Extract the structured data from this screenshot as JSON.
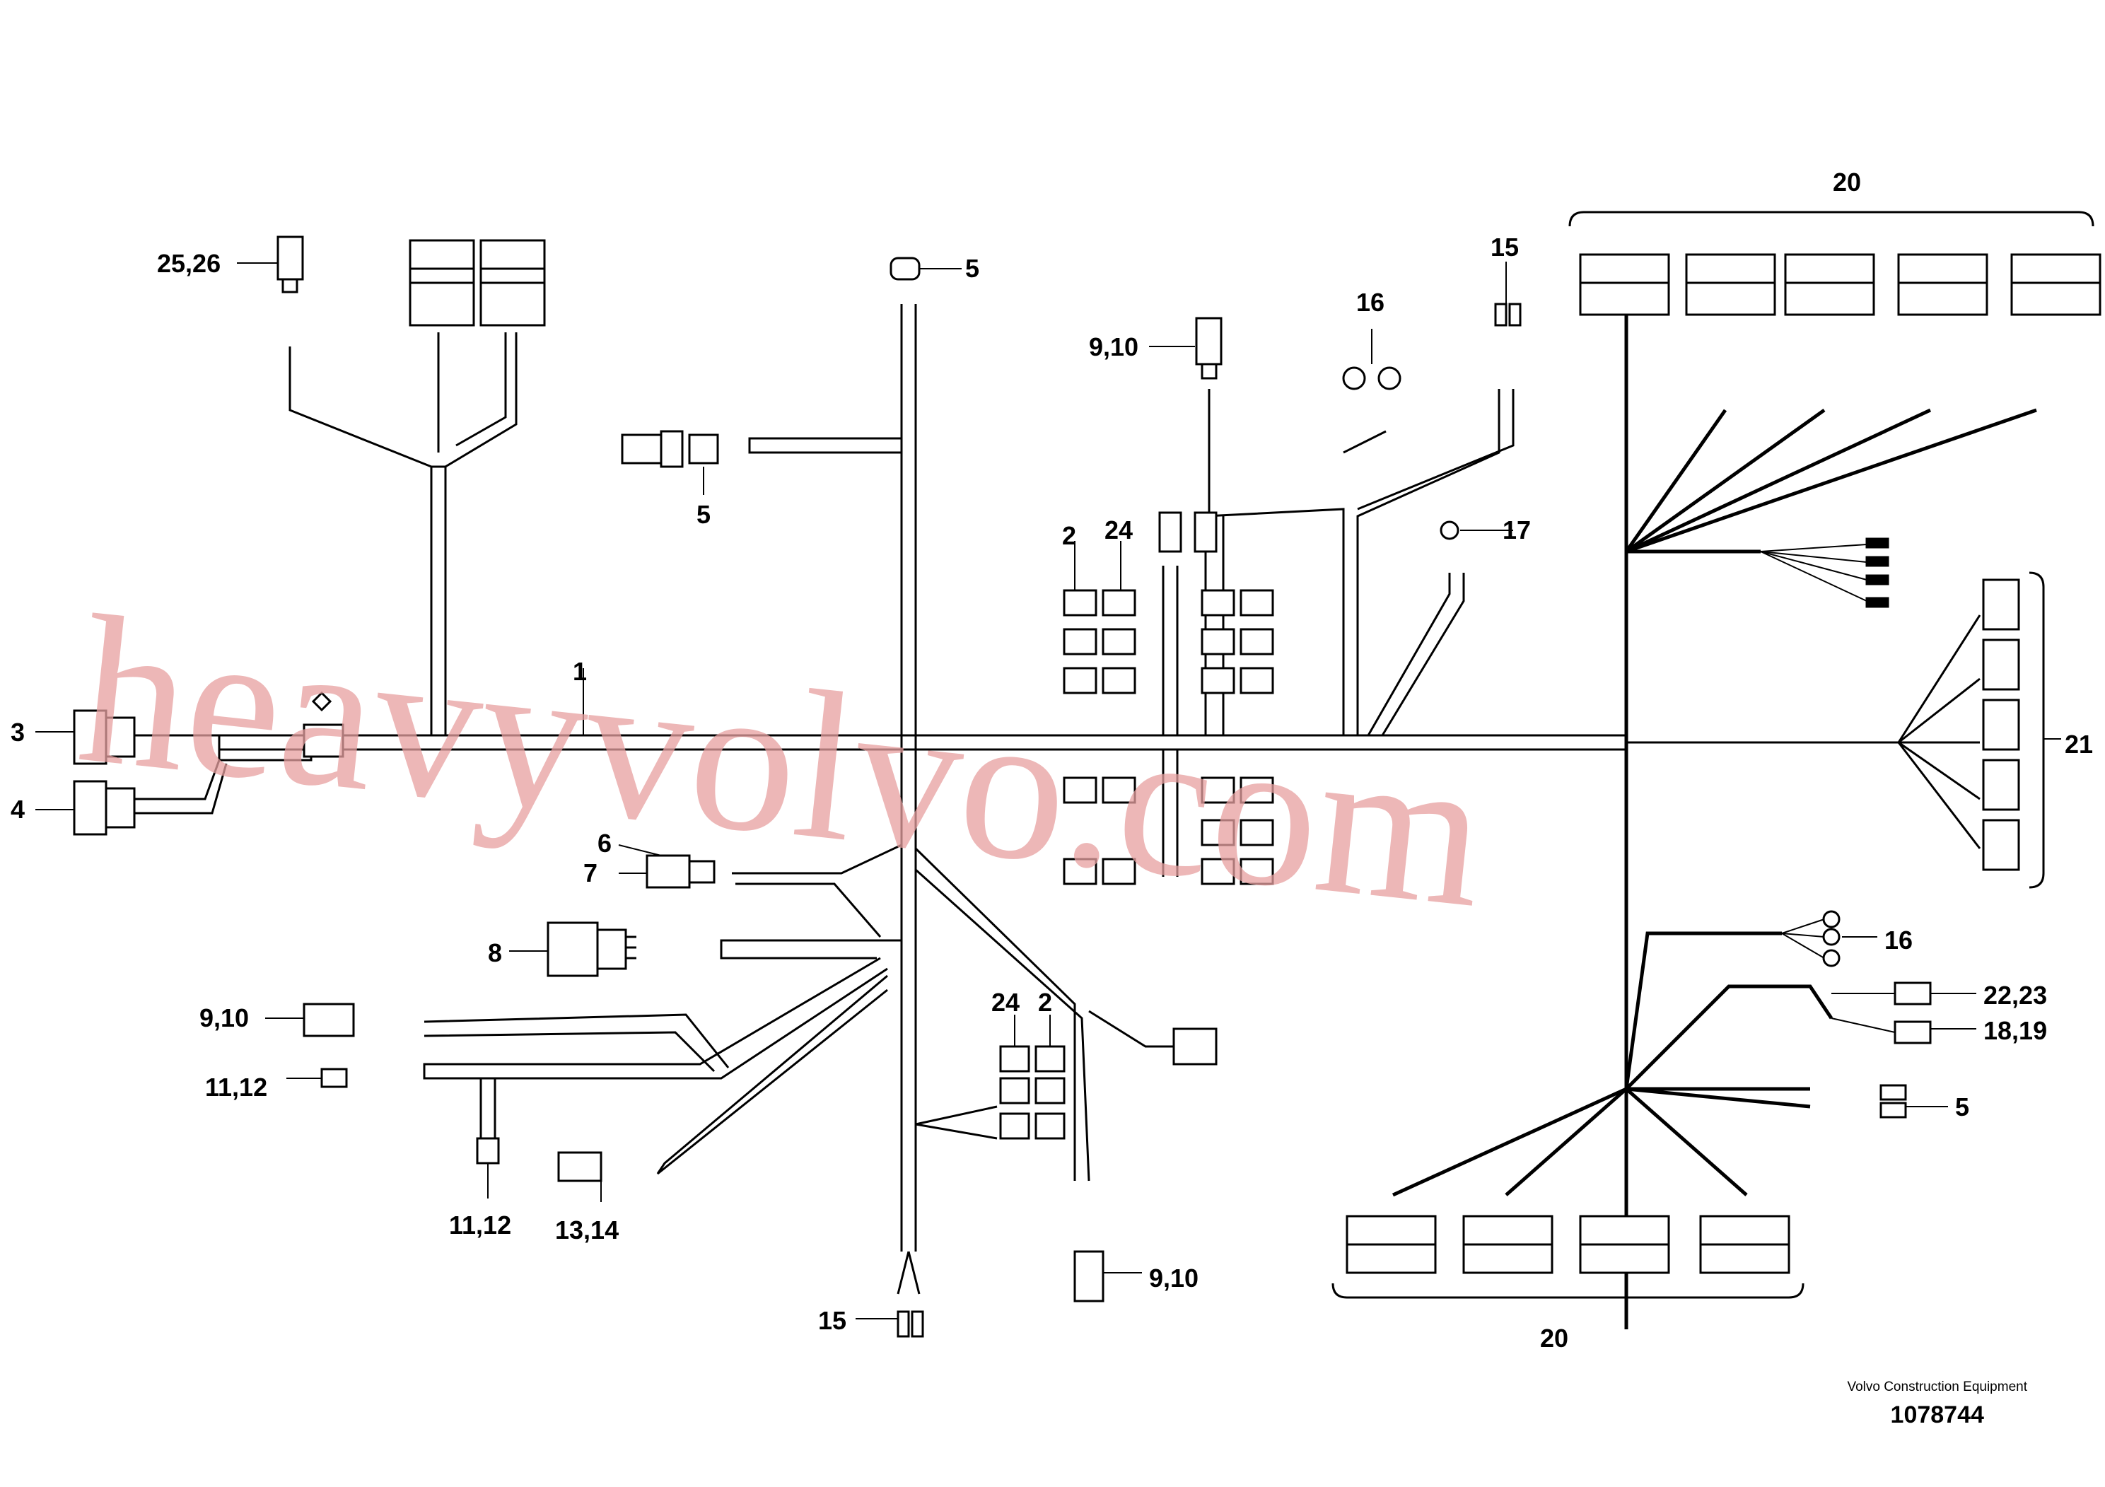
{
  "labels": {
    "c25_26": "25,26",
    "c5_top": "5",
    "c5_mid": "5",
    "c9_10_top": "9,10",
    "c16_top": "16",
    "c15_top": "15",
    "c17": "17",
    "c20_top": "20",
    "c2_a": "2",
    "c24_a": "24",
    "c1": "1",
    "c3": "3",
    "c4": "4",
    "c6": "6",
    "c7": "7",
    "c8": "8",
    "c9_10_left": "9,10",
    "c11_12_left": "11,12",
    "c11_12_bottom": "11,12",
    "c13_14": "13,14",
    "c15_bottom": "15",
    "c24_b": "24",
    "c2_b": "2",
    "c9_10_bottom": "9,10",
    "c21": "21",
    "c16_right": "16",
    "c22_23": "22,23",
    "c18_19": "18,19",
    "c5_right": "5",
    "c20_bottom": "20"
  },
  "watermark": "heavyvolvo.com",
  "footer": {
    "company": "Volvo Construction Equipment",
    "part_number": "1078744"
  }
}
